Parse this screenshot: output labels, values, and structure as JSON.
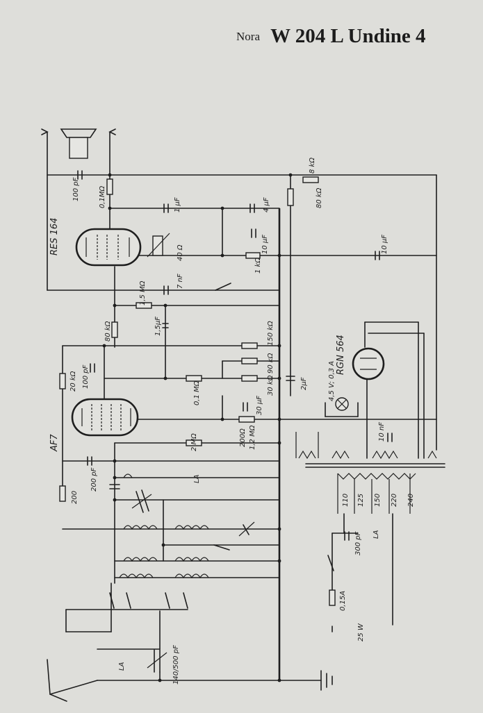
{
  "title": {
    "brand": "Nora",
    "model": "W 204 L Undine 4"
  },
  "tubes": {
    "output": "RES 164",
    "mixer": "AF7",
    "rectifier": "RGN 564"
  },
  "labels": {
    "c_100pf_top": "100 pF",
    "r_01m_plate": "0,1MΩ",
    "c_1uf": "1 µF",
    "r_40": "40 Ω",
    "c_4uf": "4 µF",
    "c_10uf_a": "10 µF",
    "r_1k": "1 kΩ",
    "c_7nf": "7 nF",
    "r_8k": "8 kΩ",
    "r_80k_top": "80 kΩ",
    "c_10uf_b": "10 µF",
    "r_15m": "1,5 MΩ",
    "c_15uf": "1,5µF",
    "r_80k_grid": "80 kΩ",
    "r_150k": "150 kΩ",
    "r_90k": "90 kΩ",
    "r_30k": "30 kΩ",
    "c_2uf": "2µF",
    "r_20k": "20 kΩ",
    "c_100pf_b": "100 pF",
    "r_01m_b": "0,1 MΩ",
    "c_30uf": "30 µF",
    "r_200": "200Ω",
    "r_12m": "1,2 MΩ",
    "r_2m": "2 MΩ",
    "c_200pf": "200 pF",
    "r_200g": "200",
    "lamp": "4,5 V; 0,3 A",
    "c_10nf": "10 nF",
    "c_300pf": "300 pF",
    "fuse": "0,15A",
    "la_net": "LA",
    "la_ant": "LA",
    "la_coil": "LA",
    "c_tuning": "140/500 pF",
    "power": "25 W",
    "taps": [
      "110",
      "125",
      "150",
      "220",
      "240"
    ]
  }
}
